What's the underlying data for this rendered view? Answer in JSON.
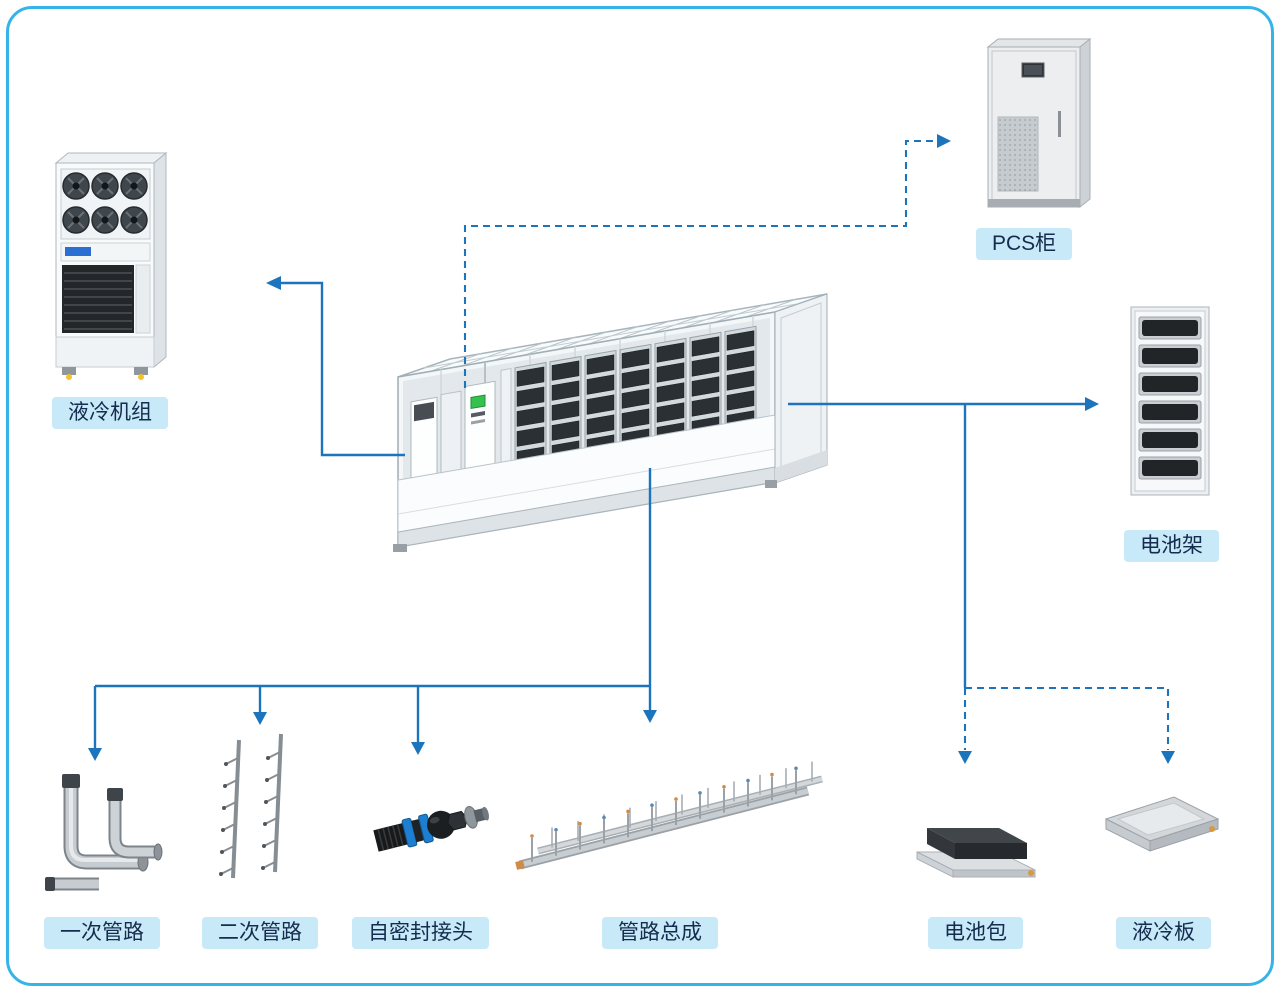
{
  "diagram": {
    "nodes": {
      "cooling_unit": {
        "label": "液冷机组"
      },
      "pcs_cabinet": {
        "label": "PCS柜"
      },
      "battery_rack": {
        "label": "电池架"
      },
      "primary_piping": {
        "label": "一次管路"
      },
      "secondary_piping": {
        "label": "二次管路"
      },
      "self_sealing_connector": {
        "label": "自密封接头"
      },
      "piping_assembly": {
        "label": "管路总成"
      },
      "battery_pack": {
        "label": "电池包"
      },
      "cooling_plate": {
        "label": "液冷板"
      }
    },
    "connections": [
      {
        "from": "container",
        "to": "cooling_unit",
        "style": "solid"
      },
      {
        "from": "container",
        "to": "pcs_cabinet",
        "style": "dashed"
      },
      {
        "from": "container",
        "to": "battery_rack",
        "style": "solid"
      },
      {
        "from": "container",
        "to": "primary_piping",
        "style": "solid"
      },
      {
        "from": "container",
        "to": "secondary_piping",
        "style": "solid"
      },
      {
        "from": "container",
        "to": "self_sealing_connector",
        "style": "solid"
      },
      {
        "from": "container",
        "to": "piping_assembly",
        "style": "solid"
      },
      {
        "from": "battery_rack_line",
        "to": "battery_pack",
        "style": "dashed"
      },
      {
        "from": "battery_rack_line",
        "to": "cooling_plate",
        "style": "dashed"
      }
    ],
    "colors": {
      "canvas_border": "#35B4E8",
      "connector": "#1C75BC",
      "label_bg": "#C8E9F8",
      "label_text": "#152C4E"
    }
  }
}
